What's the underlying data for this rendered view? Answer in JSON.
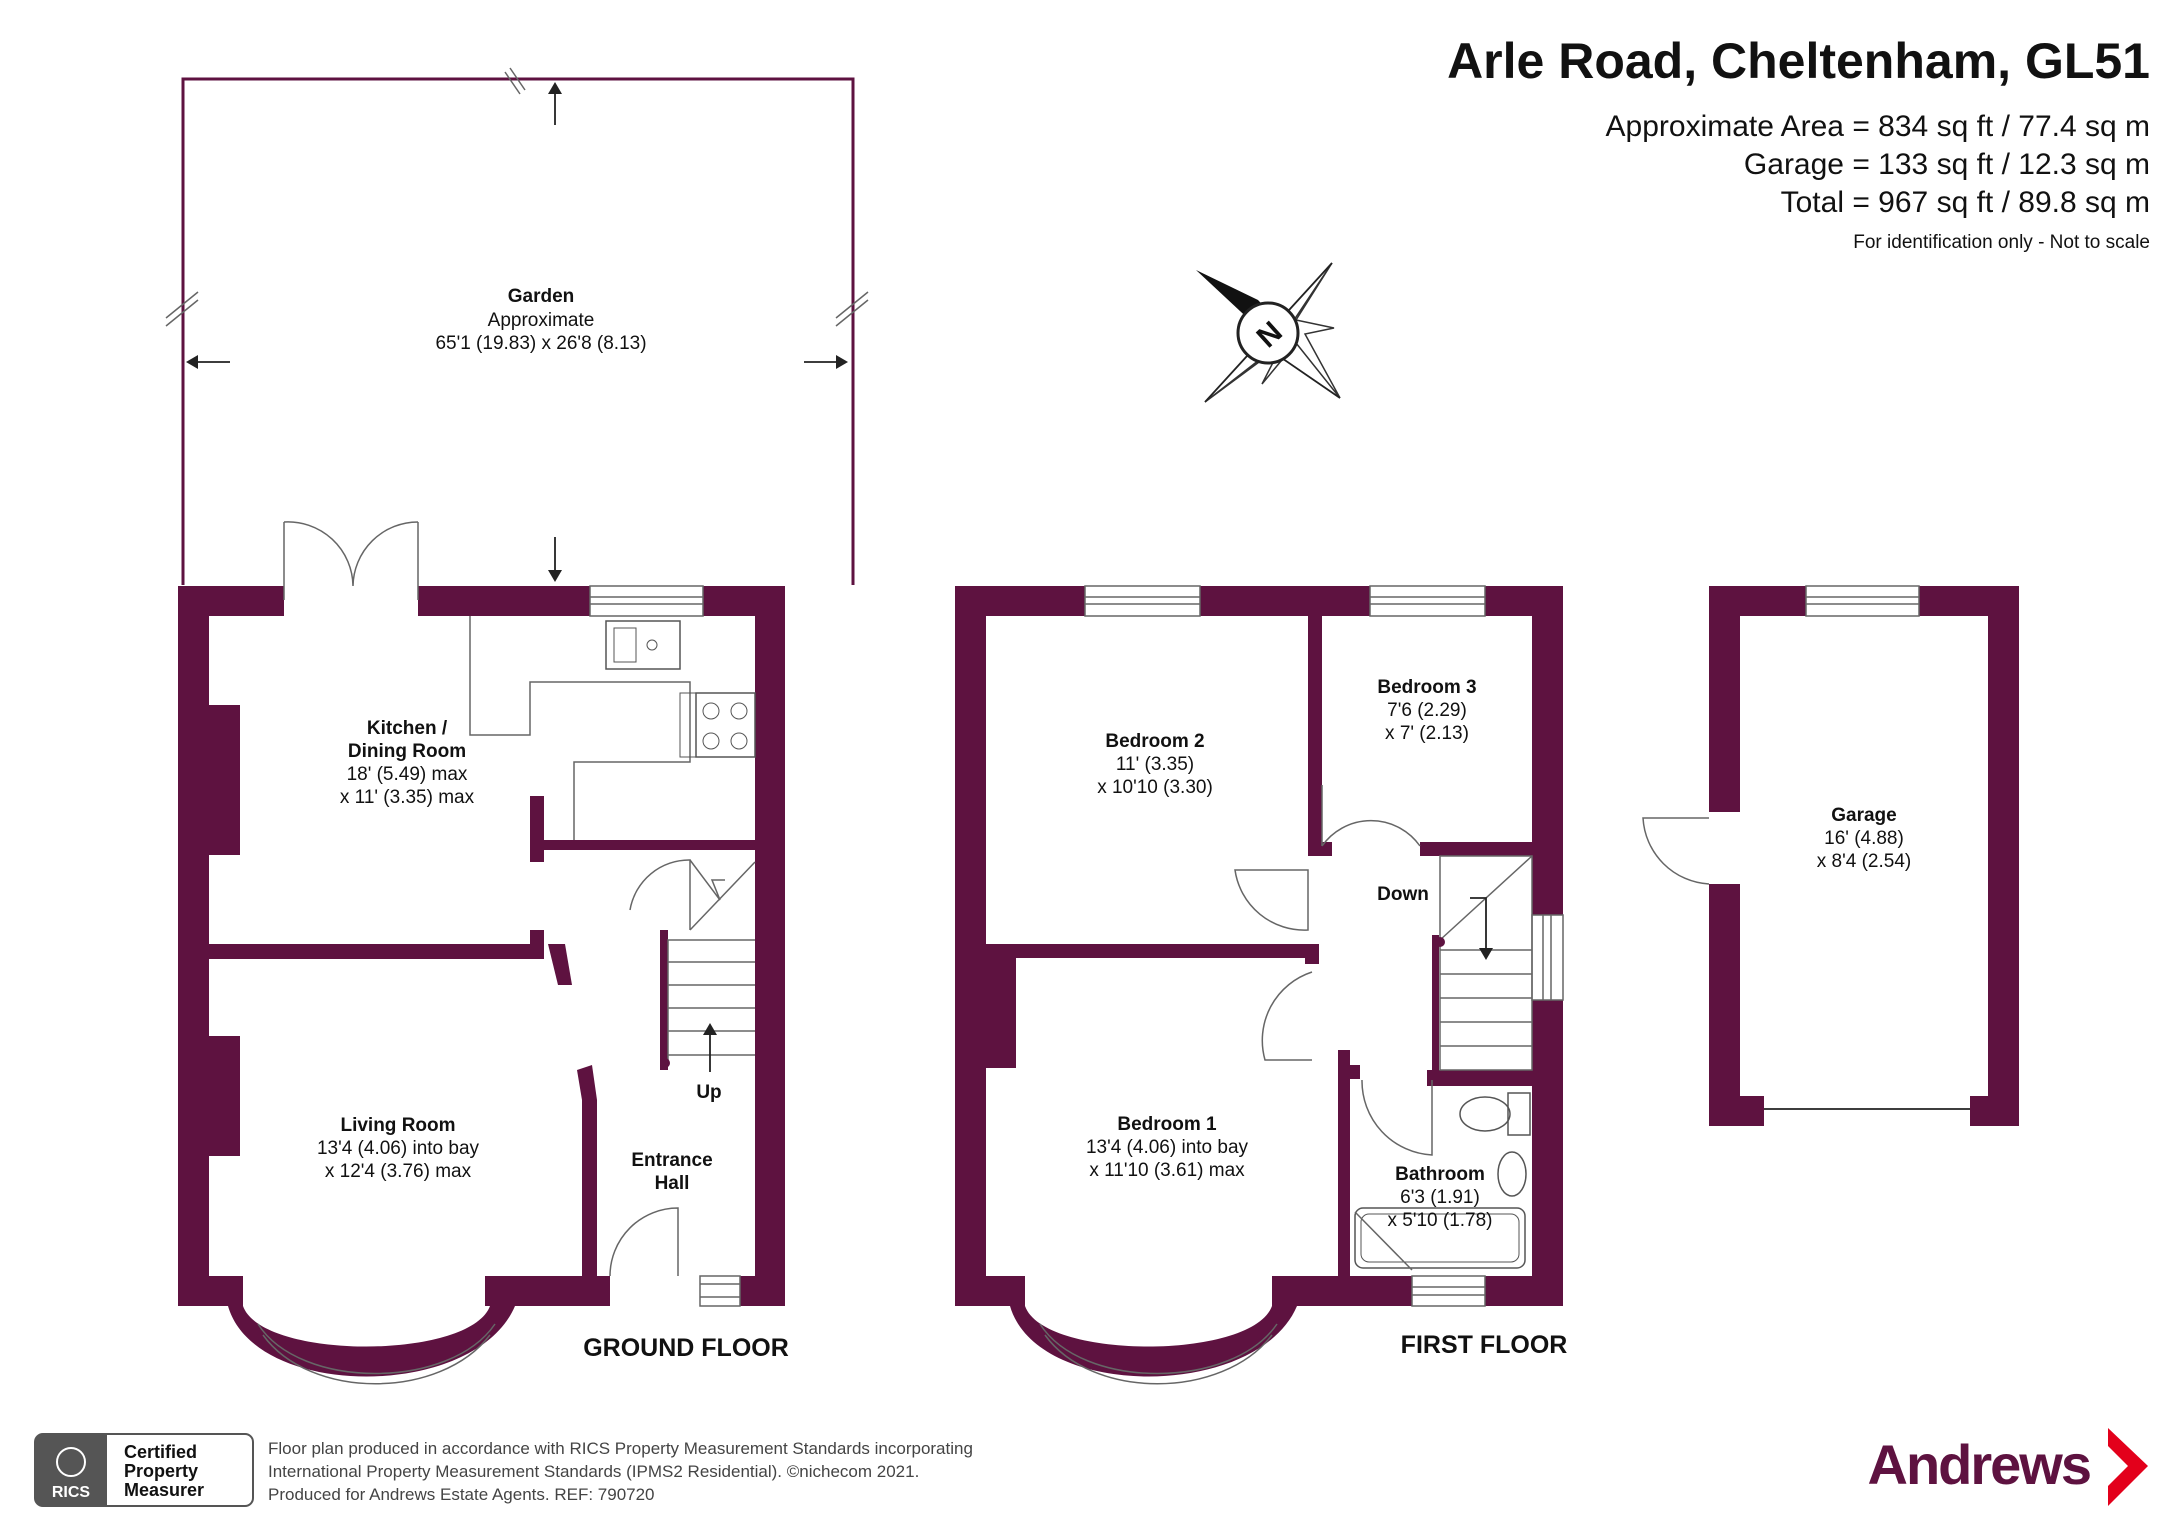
{
  "header": {
    "title": "Arle Road, Cheltenham, GL51",
    "area_lines": [
      "Approximate Area = 834 sq ft / 77.4 sq m",
      "Garage = 133 sq ft / 12.3 sq m",
      "Total = 967 sq ft / 89.8 sq m"
    ],
    "disclaimer": "For identification only - Not to scale"
  },
  "compass": {
    "label": "N",
    "icon": "compass-rose-icon"
  },
  "garden": {
    "name": "Garden",
    "line1": "Approximate",
    "dims": "65'1 (19.83) x 26'8 (8.13)"
  },
  "ground_floor": {
    "label": "GROUND FLOOR",
    "kitchen": {
      "name1": "Kitchen /",
      "name2": "Dining Room",
      "dim1": "18' (5.49) max",
      "dim2": "x 11' (3.35) max"
    },
    "living": {
      "name": "Living Room",
      "dim1": "13'4 (4.06) into bay",
      "dim2": "x 12'4 (3.76) max"
    },
    "hall": {
      "name1": "Entrance",
      "name2": "Hall"
    },
    "stairs_label": "Up"
  },
  "first_floor": {
    "label": "FIRST FLOOR",
    "bedroom2": {
      "name": "Bedroom 2",
      "dim1": "11' (3.35)",
      "dim2": "x 10'10 (3.30)"
    },
    "bedroom3": {
      "name": "Bedroom 3",
      "dim1": "7'6 (2.29)",
      "dim2": "x 7' (2.13)"
    },
    "bedroom1": {
      "name": "Bedroom 1",
      "dim1": "13'4 (4.06) into bay",
      "dim2": "x 11'10 (3.61) max"
    },
    "bathroom": {
      "name": "Bathroom",
      "dim1": "6'3 (1.91)",
      "dim2": "x 5'10 (1.78)"
    },
    "stairs_label": "Down"
  },
  "garage": {
    "name": "Garage",
    "dim1": "16' (4.88)",
    "dim2": "x 8'4 (2.54)"
  },
  "footer": {
    "badge_line1": "Certified",
    "badge_line2": "Property",
    "badge_line3": "Measurer",
    "badge_logo": "RICS",
    "text1": "Floor plan produced in accordance with RICS Property Measurement Standards incorporating",
    "text2": "International Property Measurement Standards (IPMS2 Residential).   ©nichecom 2021.",
    "text3": "Produced for Andrews Estate Agents.   REF:   790720",
    "brand": "Andrews"
  },
  "colors": {
    "wall": "#5e1240",
    "brand": "#5e1240",
    "arrow": "#e3001b"
  }
}
